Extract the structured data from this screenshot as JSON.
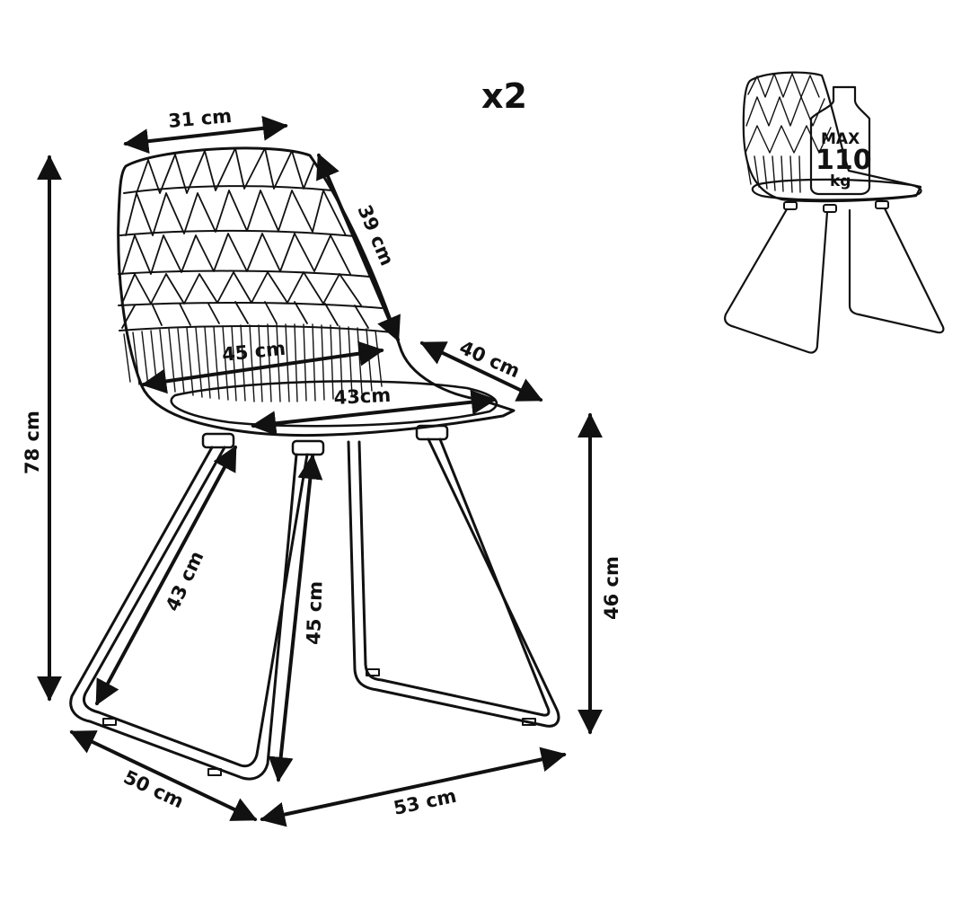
{
  "quantity_label": "x2",
  "dimensions": {
    "back_top_width": "31 cm",
    "backrest_height": "39 cm",
    "seat_width": "45 cm",
    "seat_side_depth": "40 cm",
    "seat_depth": "43cm",
    "total_height": "78 cm",
    "seat_height": "46 cm",
    "front_leg_length": "43 cm",
    "inner_leg_length": "45 cm",
    "base_width": "50 cm",
    "base_depth": "53 cm"
  },
  "load_badge": {
    "max_label": "MAX",
    "value": "110",
    "unit": "kg"
  },
  "colors": {
    "line": "#111111",
    "background": "#ffffff"
  },
  "icons": [
    "chair-line-drawing",
    "dimension-arrow",
    "weight-icon"
  ]
}
